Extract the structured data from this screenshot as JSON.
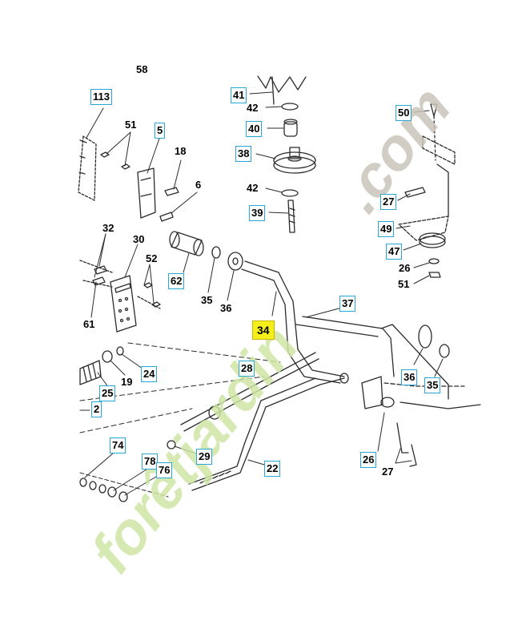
{
  "diagram": {
    "callouts": {
      "c58": "58",
      "c113": "113",
      "c51a": "51",
      "c5": "5",
      "c18": "18",
      "c6": "6",
      "c41": "41",
      "c42a": "42",
      "c40": "40",
      "c38": "38",
      "c42b": "42",
      "c39": "39",
      "c50": "50",
      "c27a": "27",
      "c49": "49",
      "c47": "47",
      "c26a": "26",
      "c51b": "51",
      "c32": "32",
      "c30": "30",
      "c52": "52",
      "c62": "62",
      "c35a": "35",
      "c36a": "36",
      "c61": "61",
      "c37": "37",
      "c34": "34",
      "c24": "24",
      "c19": "19",
      "c25": "25",
      "c28": "28",
      "c36b": "36",
      "c35b": "35",
      "c2": "2",
      "c74": "74",
      "c29": "29",
      "c78": "78",
      "c76": "76",
      "c22": "22",
      "c26b": "26",
      "c27b": "27"
    },
    "highlighted_part": "34",
    "watermark": {
      "text_main": "forêtjardin",
      "text_suffix": ".com",
      "colors": {
        "green": "#cfe6a6",
        "orange": "#f6c98e",
        "grey": "#c9c3ba"
      }
    },
    "colors": {
      "line": "#2b2b2b",
      "box_border": "#29a8d8",
      "highlight": "#f4ef1a"
    }
  }
}
